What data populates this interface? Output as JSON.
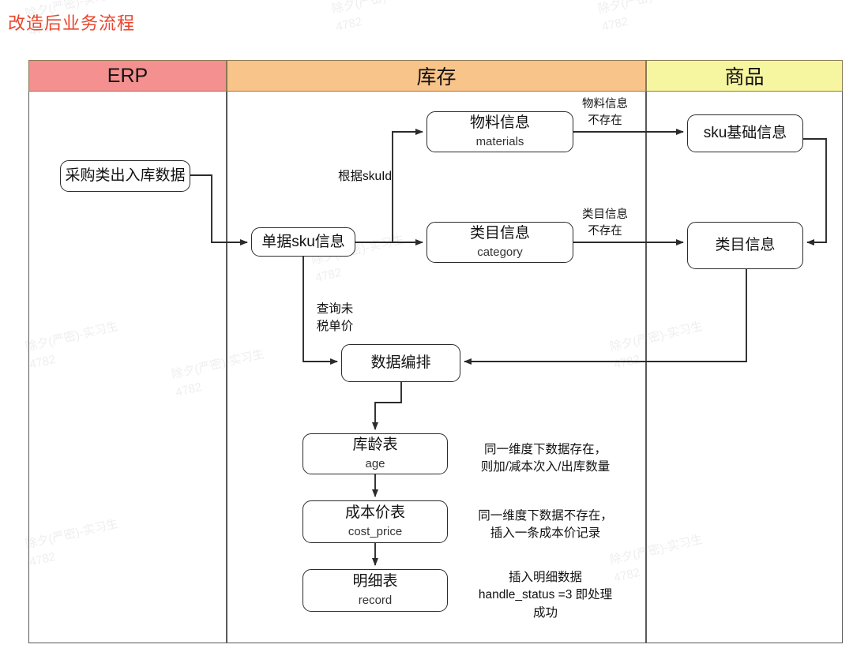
{
  "title": "改造后业务流程",
  "colors": {
    "title": "#e8452c",
    "lane_erp": "#f4908f",
    "lane_inventory": "#f8c48a",
    "lane_product": "#f7f6a0",
    "stroke": "#2b2b2b",
    "lane_border": "#8a7a55"
  },
  "lanes": [
    {
      "id": "erp",
      "label": "ERP",
      "fill": "#f4908f"
    },
    {
      "id": "inventory",
      "label": "库存",
      "fill": "#f8c48a"
    },
    {
      "id": "product",
      "label": "商品",
      "fill": "#f7f6a0"
    }
  ],
  "nodes": [
    {
      "id": "purchase",
      "cn": "采购类出入库数据",
      "en": ""
    },
    {
      "id": "doc_sku",
      "cn": "单据sku信息",
      "en": ""
    },
    {
      "id": "materials",
      "cn": "物料信息",
      "en": "materials"
    },
    {
      "id": "category",
      "cn": "类目信息",
      "en": "category"
    },
    {
      "id": "sku_base",
      "cn": "sku基础信息",
      "en": ""
    },
    {
      "id": "category_r",
      "cn": "类目信息",
      "en": ""
    },
    {
      "id": "arrange",
      "cn": "数据编排",
      "en": ""
    },
    {
      "id": "age",
      "cn": "库龄表",
      "en": "age"
    },
    {
      "id": "cost_price",
      "cn": "成本价表",
      "en": "cost_price"
    },
    {
      "id": "record",
      "cn": "明细表",
      "en": "record"
    }
  ],
  "edge_labels": [
    {
      "id": "by_skuid",
      "text": "根据skuId"
    },
    {
      "id": "material_absent",
      "text": "物料信息\n不存在"
    },
    {
      "id": "category_absent",
      "text": "类目信息\n不存在"
    },
    {
      "id": "query_price",
      "text": "查询未\n税单价"
    }
  ],
  "annotations": [
    {
      "id": "note_age",
      "text": "同一维度下数据存在，\n则加/减本次入/出库数量"
    },
    {
      "id": "note_cost_price",
      "text": "同一维度下数据不存在，\n插入一条成本价记录"
    },
    {
      "id": "note_record",
      "text": "插入明细数据\nhandle_status =3 即处理\n成功"
    }
  ],
  "watermarks": [
    {
      "id": "wm-1",
      "text": "除夕(严密)-实习生\n4782"
    },
    {
      "id": "wm-2",
      "text": "除夕(严密)-实习生\n4782"
    },
    {
      "id": "wm-3",
      "text": "除夕(严密)-实习生\n4782"
    },
    {
      "id": "wm-4",
      "text": "除夕(严密)-实习生\n4782"
    },
    {
      "id": "wm-5",
      "text": "除夕(严密)-实习生\n4782"
    },
    {
      "id": "wm-6",
      "text": "除夕(严密)-实习生\n4782"
    },
    {
      "id": "wm-7",
      "text": "除夕(严密)-实习生\n4782"
    },
    {
      "id": "wm-8",
      "text": "除夕(严密)-实习生\n4782"
    },
    {
      "id": "wm-9",
      "text": "除夕(严密)-实习生\n4782"
    }
  ]
}
